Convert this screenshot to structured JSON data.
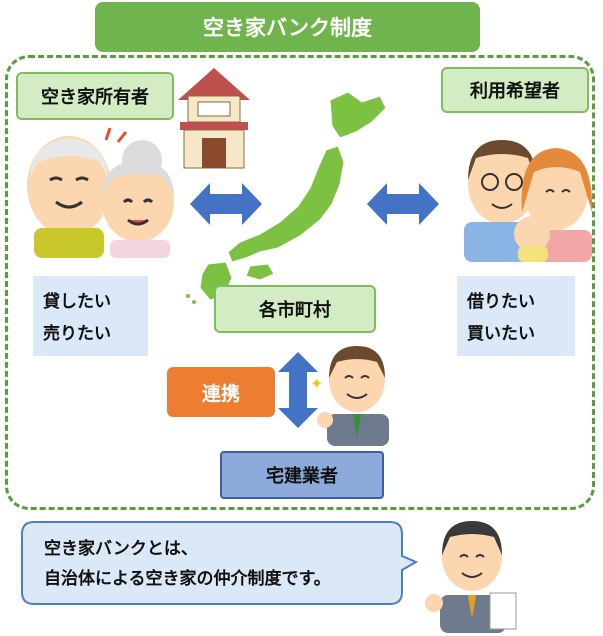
{
  "title": "空き家バンク制度",
  "owner": {
    "label": "空き家所有者",
    "lines": [
      "貸したい",
      "売りたい"
    ]
  },
  "seeker": {
    "label": "利用希望者",
    "lines": [
      "借りたい",
      "買いたい"
    ]
  },
  "municipality": {
    "label": "各市町村"
  },
  "cooperation": {
    "label": "連携"
  },
  "realtor": {
    "label": "宅建業者"
  },
  "explanation": {
    "lines": [
      "空き家バンクとは、",
      "自治体による空き家の仲介制度です。"
    ]
  },
  "colors": {
    "title_green": "#6fb44c",
    "frame_green": "#5a9e3b",
    "arrow_blue": "#4472c4",
    "cooperation_orange": "#ed7d31",
    "realtor_blue": "#8eaadb",
    "panel_blue": "#dbe8f7"
  }
}
